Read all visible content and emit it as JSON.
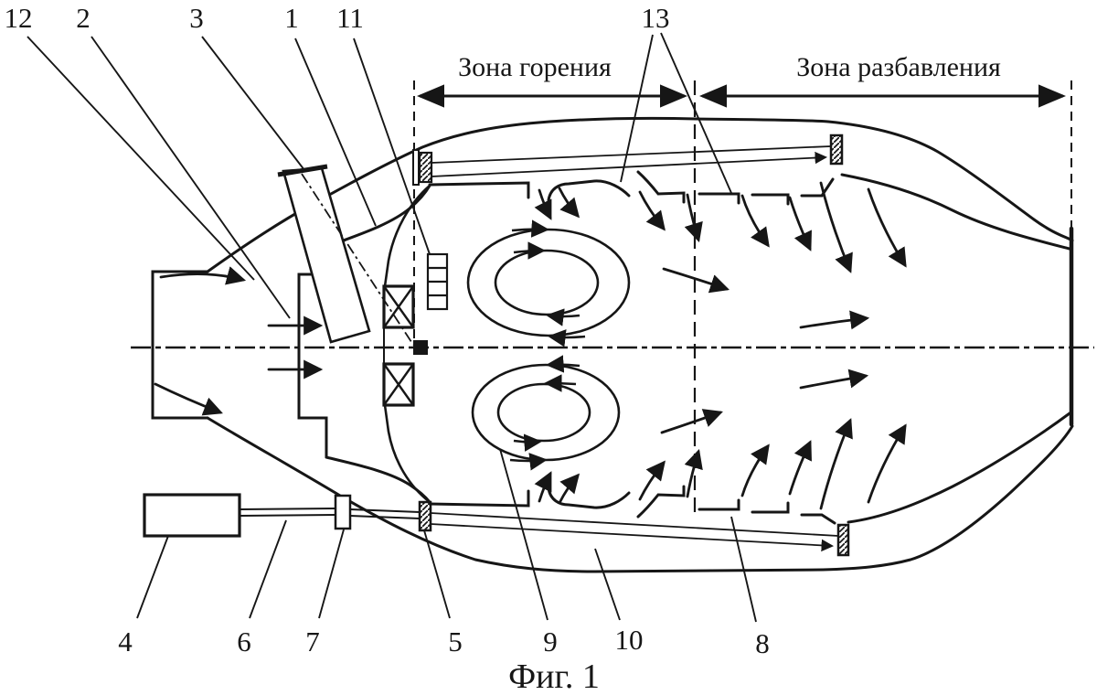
{
  "figure_caption": "Фиг. 1",
  "zones": {
    "combustion_label": "Зона горения",
    "dilution_label": "Зона разбавления"
  },
  "callouts": {
    "c1": "1",
    "c2": "2",
    "c3": "3",
    "c4": "4",
    "c5": "5",
    "c6": "6",
    "c7": "7",
    "c8": "8",
    "c9": "9",
    "c10": "10",
    "c11": "11",
    "c12": "12",
    "c13": "13"
  },
  "colors": {
    "ink": "#161616",
    "background": "#ffffff"
  }
}
